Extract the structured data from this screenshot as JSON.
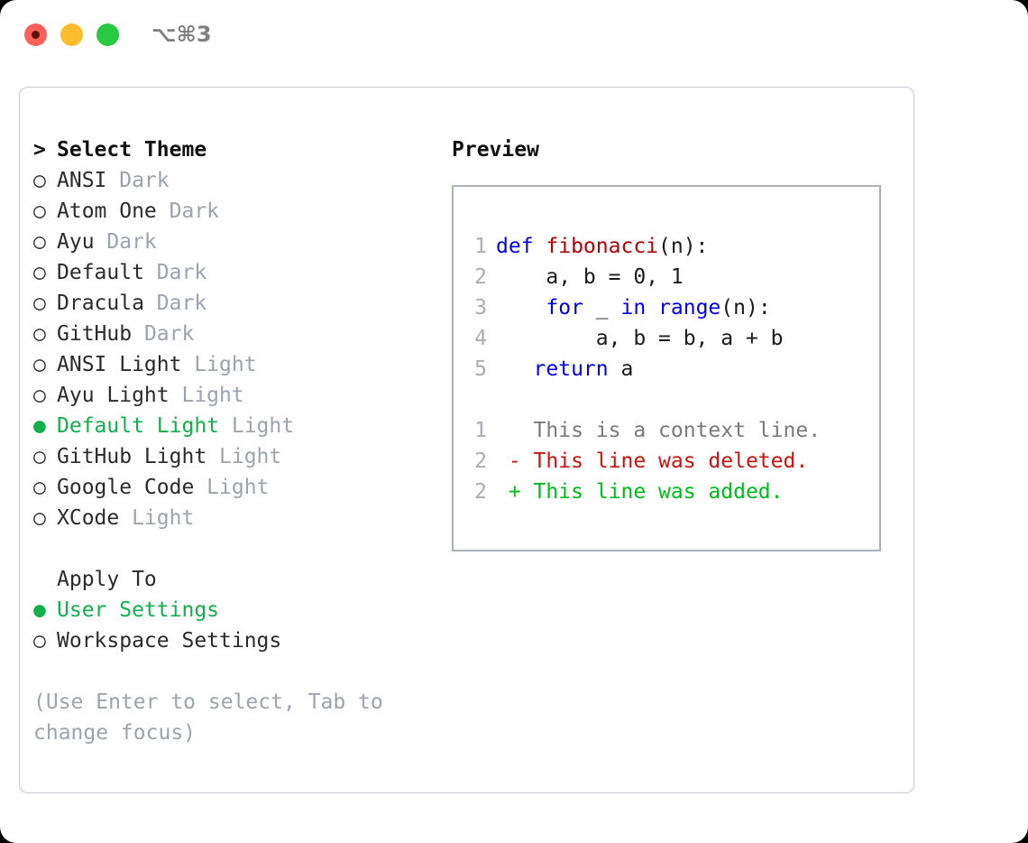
{
  "titlebar": {
    "shortcut": "⌥⌘3",
    "buttons": {
      "close": "close-button",
      "minimize": "minimize-button",
      "maximize": "maximize-button"
    }
  },
  "theme_picker": {
    "heading_marker": "> ",
    "heading": "Select Theme",
    "items": [
      {
        "marker": "○ ",
        "label": "ANSI",
        "badge": "Dark",
        "selected": false
      },
      {
        "marker": "○ ",
        "label": "Atom One",
        "badge": "Dark",
        "selected": false
      },
      {
        "marker": "○ ",
        "label": "Ayu",
        "badge": "Dark",
        "selected": false
      },
      {
        "marker": "○ ",
        "label": "Default",
        "badge": "Dark",
        "selected": false
      },
      {
        "marker": "○ ",
        "label": "Dracula",
        "badge": "Dark",
        "selected": false
      },
      {
        "marker": "○ ",
        "label": "GitHub",
        "badge": "Dark",
        "selected": false
      },
      {
        "marker": "○ ",
        "label": "ANSI Light",
        "badge": "Light",
        "selected": false
      },
      {
        "marker": "○ ",
        "label": "Ayu Light",
        "badge": "Light",
        "selected": false
      },
      {
        "marker": "● ",
        "label": "Default Light",
        "badge": "Light",
        "selected": true
      },
      {
        "marker": "○ ",
        "label": "GitHub Light",
        "badge": "Light",
        "selected": false
      },
      {
        "marker": "○ ",
        "label": "Google Code",
        "badge": "Light",
        "selected": false
      },
      {
        "marker": "○ ",
        "label": "XCode",
        "badge": "Light",
        "selected": false
      }
    ]
  },
  "apply_to": {
    "heading_marker": "  ",
    "heading": "Apply To",
    "items": [
      {
        "marker": "● ",
        "label": "User Settings",
        "selected": true
      },
      {
        "marker": "○ ",
        "label": "Workspace Settings",
        "selected": false
      }
    ]
  },
  "hint": "(Use Enter to select, Tab to change focus)",
  "preview": {
    "title": "Preview",
    "code_lines": [
      {
        "number": "1",
        "tokens": [
          {
            "text": "def ",
            "type": "kw"
          },
          {
            "text": "fibonacci",
            "type": "fn"
          },
          {
            "text": "(n):",
            "type": "plain"
          }
        ]
      },
      {
        "number": "2",
        "tokens": [
          {
            "text": "    a, b = 0, 1",
            "type": "plain"
          }
        ]
      },
      {
        "number": "3",
        "tokens": [
          {
            "text": "    ",
            "type": "plain"
          },
          {
            "text": "for",
            "type": "kw"
          },
          {
            "text": " _ ",
            "type": "plain"
          },
          {
            "text": "in",
            "type": "kw"
          },
          {
            "text": " ",
            "type": "plain"
          },
          {
            "text": "range",
            "type": "kw"
          },
          {
            "text": "(n):",
            "type": "plain"
          }
        ]
      },
      {
        "number": "4",
        "tokens": [
          {
            "text": "        a, b = b, a + b",
            "type": "plain"
          }
        ]
      },
      {
        "number": "5",
        "tokens": [
          {
            "text": "   ",
            "type": "plain"
          },
          {
            "text": "return",
            "type": "kw"
          },
          {
            "text": " a",
            "type": "plain"
          }
        ]
      }
    ],
    "diff_lines": [
      {
        "number": "1",
        "marker": " ",
        "text": " This is a context line.",
        "type": "ctx"
      },
      {
        "number": "2",
        "marker": "-",
        "text": " This line was deleted.",
        "type": "del"
      },
      {
        "number": "2",
        "marker": "+",
        "text": " This line was added.",
        "type": "add"
      }
    ]
  },
  "colors": {
    "accent_green": "#12b04a",
    "badge_gray": "#9ba3b0",
    "keyword_blue": "#0000ee",
    "function_red": "#b30000",
    "diff_delete": "#cc1111",
    "diff_add": "#00bb1e",
    "linenum_gray": "#a8adb5",
    "panel_border": "#c3c9d2",
    "preview_border": "#aab2bd",
    "traffic_red": "#ff6058",
    "traffic_yellow": "#ffbd2e",
    "traffic_green": "#28c840"
  }
}
